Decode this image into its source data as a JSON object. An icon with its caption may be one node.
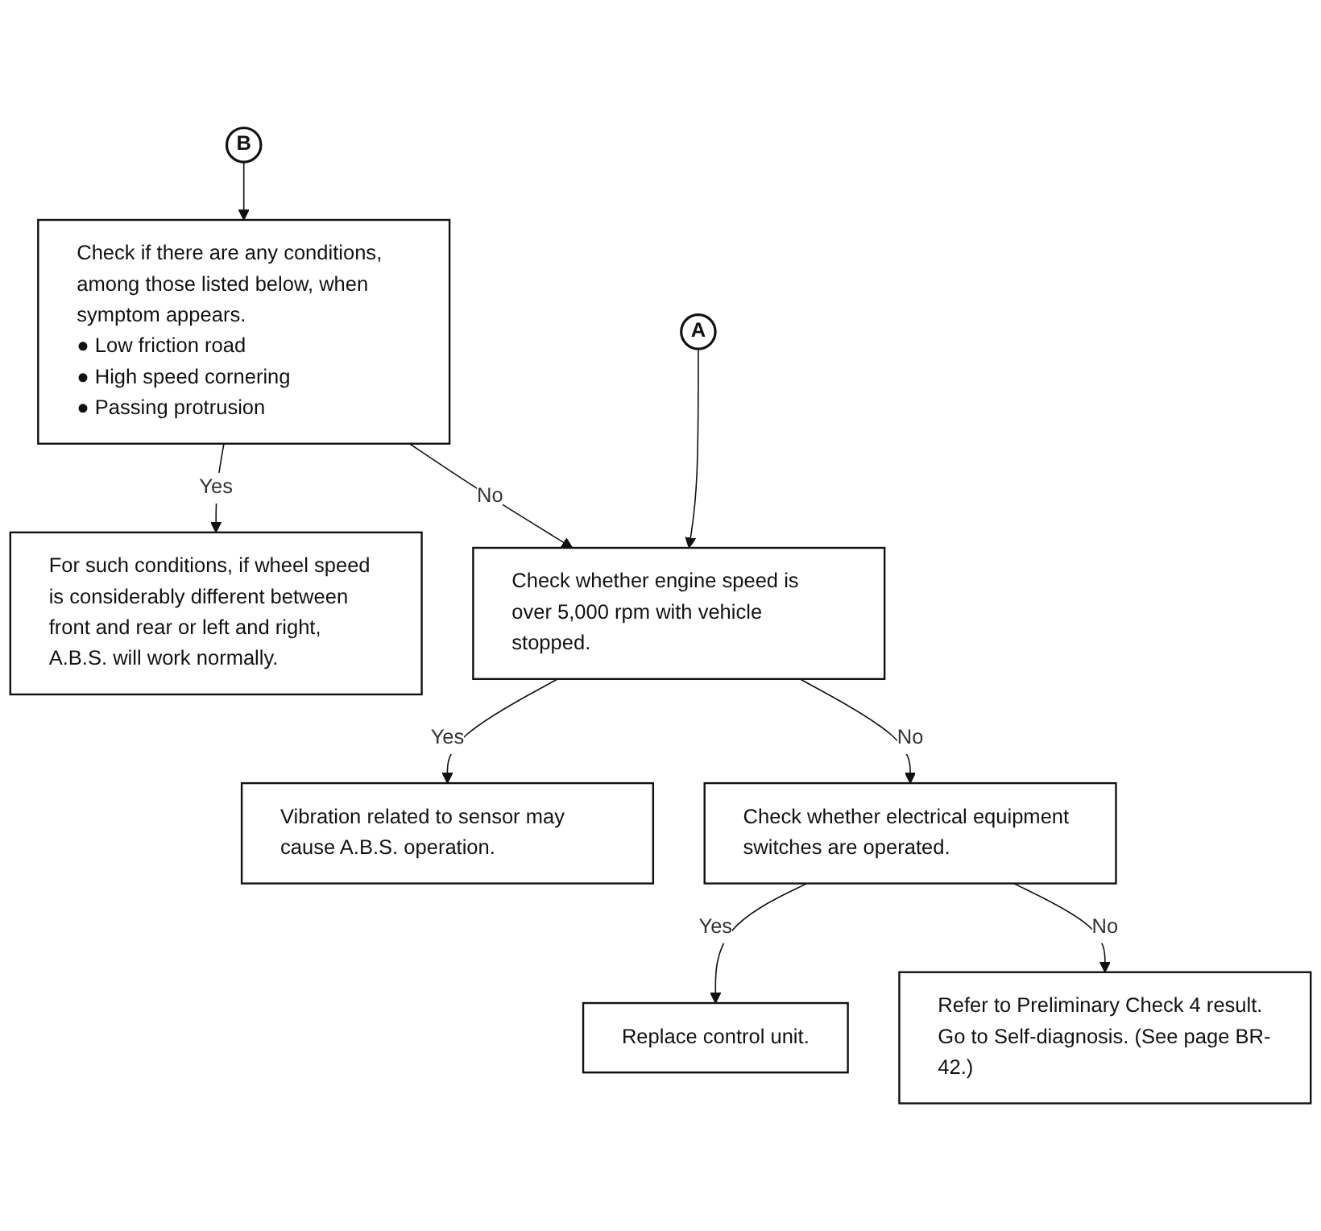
{
  "diagram": {
    "nodes": [
      {
        "text": [
          "B"
        ]
      },
      {
        "text": [
          "Check if there are any conditions, among those listed below, when symptom appears.",
          "● Low friction road",
          "● High speed cornering",
          "● Passing protrusion"
        ]
      },
      {
        "text": [
          "For such conditions, if wheel speed is considerably different between front and rear or left and right, A.B.S. will work normally."
        ]
      },
      {
        "text": [
          "A"
        ]
      },
      {
        "text": [
          "Check whether engine speed is over 5,000 rpm with vehicle stopped."
        ]
      },
      {
        "text": [
          "Vibration related to sensor may cause A.B.S. operation."
        ]
      },
      {
        "text": [
          "Check whether electrical equipment switches are operated."
        ]
      },
      {
        "text": [
          "Replace control unit."
        ]
      },
      {
        "text": [
          "Refer to Preliminary Check 4 result.",
          "Go to Self-diagnosis. (See page BR-42.)"
        ]
      }
    ],
    "edges": [
      {
        "from": 0,
        "to": 1,
        "arrow": "to"
      },
      {
        "from": 1,
        "to": 2,
        "arrow": "to",
        "label": "Yes"
      },
      {
        "from": 1,
        "to": 4,
        "arrow": "to",
        "label": "No"
      },
      {
        "from": 3,
        "to": 4,
        "arrow": "to"
      },
      {
        "from": 4,
        "to": 5,
        "arrow": "to",
        "label": "Yes"
      },
      {
        "from": 4,
        "to": 6,
        "arrow": "to",
        "label": "No"
      },
      {
        "from": 6,
        "to": 7,
        "arrow": "to",
        "label": "Yes"
      },
      {
        "from": 6,
        "to": 8,
        "arrow": "to",
        "label": "No"
      }
    ]
  }
}
